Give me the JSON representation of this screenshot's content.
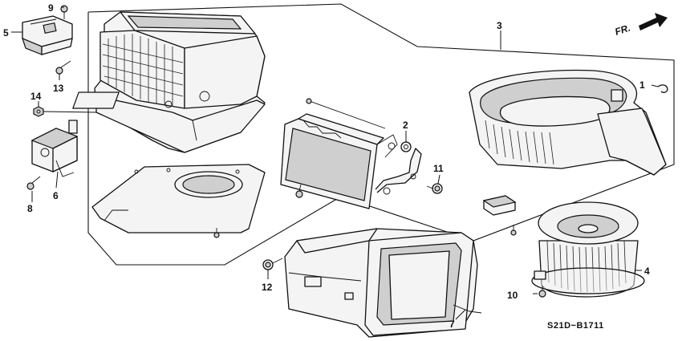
{
  "diagram": {
    "code": "S21D−B1711",
    "direction": "FR."
  },
  "callouts": {
    "c1": "1",
    "c2": "2",
    "c3": "3",
    "c4": "4",
    "c5": "5",
    "c6": "6",
    "c7": "7",
    "c8": "8",
    "c9": "9",
    "c10": "10",
    "c11": "11",
    "c12": "12",
    "c13": "13",
    "c14": "14"
  }
}
